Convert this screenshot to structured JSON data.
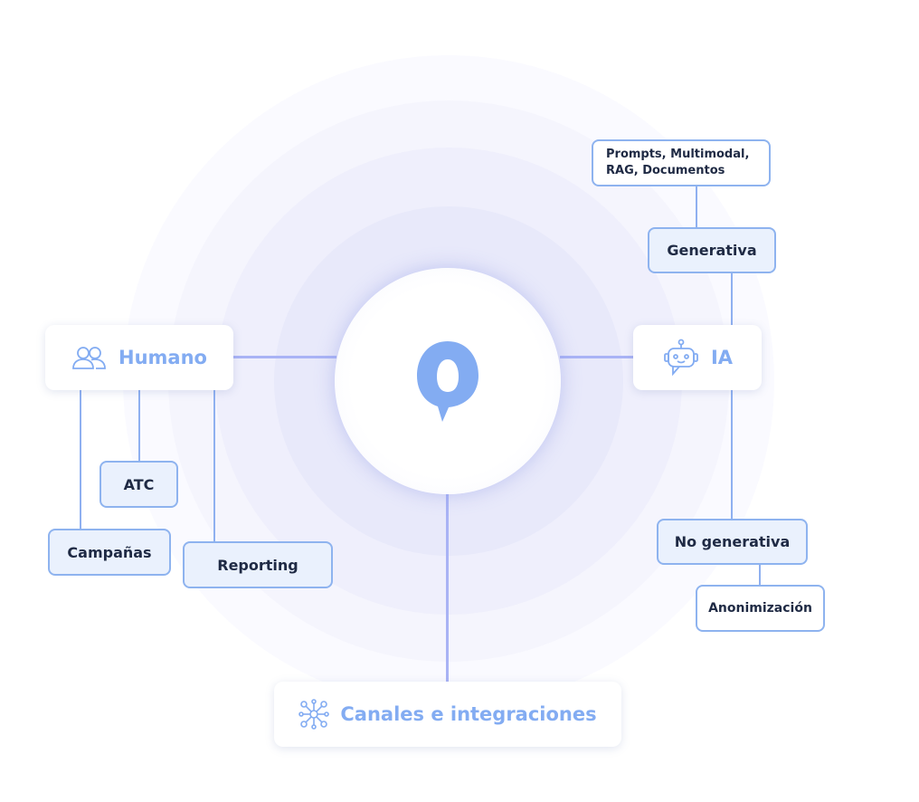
{
  "center": {
    "logo": "speech-bubble-logo"
  },
  "humano": {
    "title": "Humano",
    "icon": "users-icon",
    "children": [
      "ATC",
      "Campañas",
      "Reporting"
    ]
  },
  "ia": {
    "title": "IA",
    "icon": "robot-icon",
    "generativa": {
      "label": "Generativa",
      "detail_lines": [
        "Prompts, Multimodal,",
        "RAG, Documentos"
      ]
    },
    "no_generativa": {
      "label": "No generativa",
      "detail": "Anonimización"
    }
  },
  "canales": {
    "title": "Canales e integraciones",
    "icon": "network-nodes-icon"
  },
  "colors": {
    "accent": "#83acf2",
    "connector": "#a9b3f5",
    "box_border": "#8eb3ef",
    "box_fill": "#eaf1fd",
    "text": "#1f2a44"
  }
}
